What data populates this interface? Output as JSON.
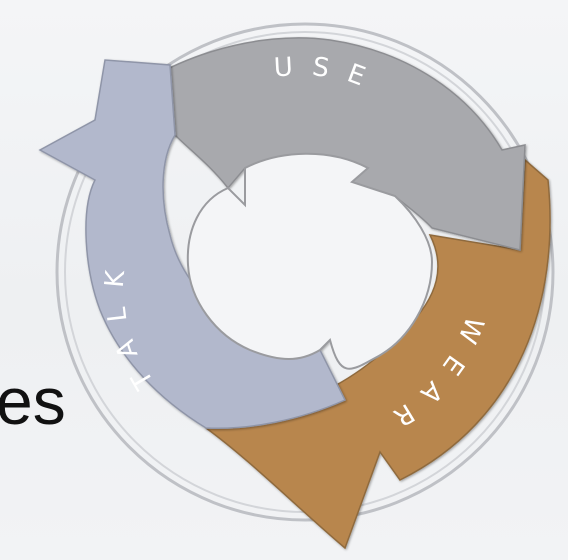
{
  "fragment_text": "es",
  "diagram": {
    "segments": [
      {
        "id": "use",
        "label": "USE",
        "color": "#a8a9ad"
      },
      {
        "id": "wear",
        "label": "WEAR",
        "color": "#b8864e"
      },
      {
        "id": "talk",
        "label": "TALK",
        "color": "#b2b8cc"
      }
    ]
  }
}
